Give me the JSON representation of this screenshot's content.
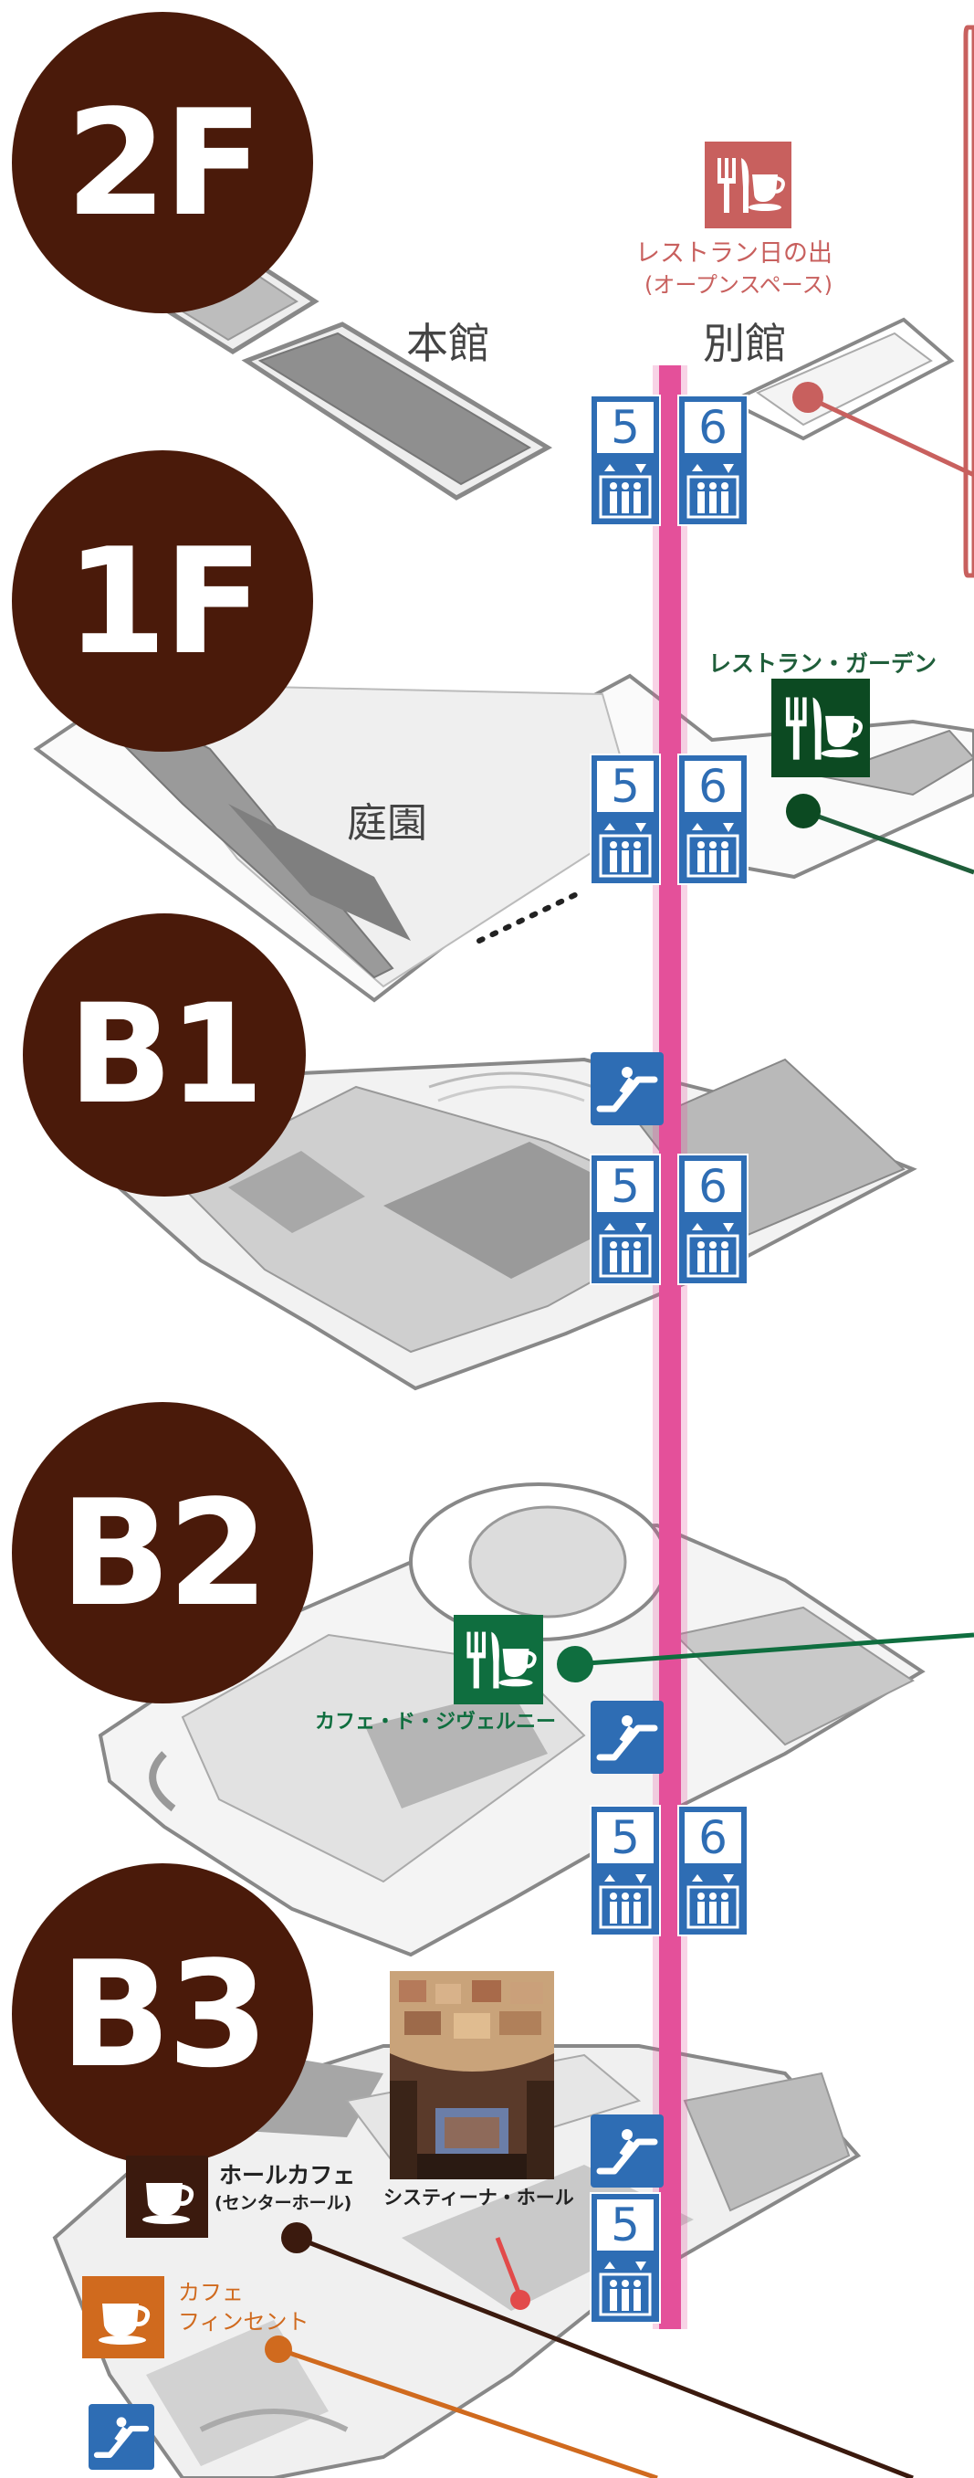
{
  "floors": {
    "f2": "2F",
    "f1": "1F",
    "b1": "B1",
    "b2": "B2",
    "b3": "B3"
  },
  "areas": {
    "main_building": "本館",
    "annex": "別館",
    "garden": "庭園"
  },
  "facilities": {
    "hinode_name": "レストラン日の出",
    "hinode_note": "(オープンスペース)",
    "garden_restaurant": "レストラン・ガーデン",
    "giverny": "カフェ・ド・ジヴェルニー",
    "hall_cafe_name": "ホールカフェ",
    "hall_cafe_note": "(センターホール)",
    "sistine": "システィーナ・ホール",
    "vincent_line1": "カフェ",
    "vincent_line2": "フィンセント"
  },
  "elevators": {
    "e5": "5",
    "e6": "6"
  },
  "colors": {
    "floor_badge": "#4a1a0a",
    "elevator_blue": "#2e6db4",
    "elevator_shaft": "#e5509a",
    "restaurant_red": "#c8605e",
    "garden_green": "#1f5e3a",
    "cafe_green": "#0f6e3f",
    "hall_cafe_brown": "#3b1a0e",
    "vincent_orange": "#d06a1e"
  },
  "icons": {
    "restaurant": "fork-knife-cup-icon",
    "elevator": "elevator-icon",
    "escalator": "escalator-icon"
  }
}
